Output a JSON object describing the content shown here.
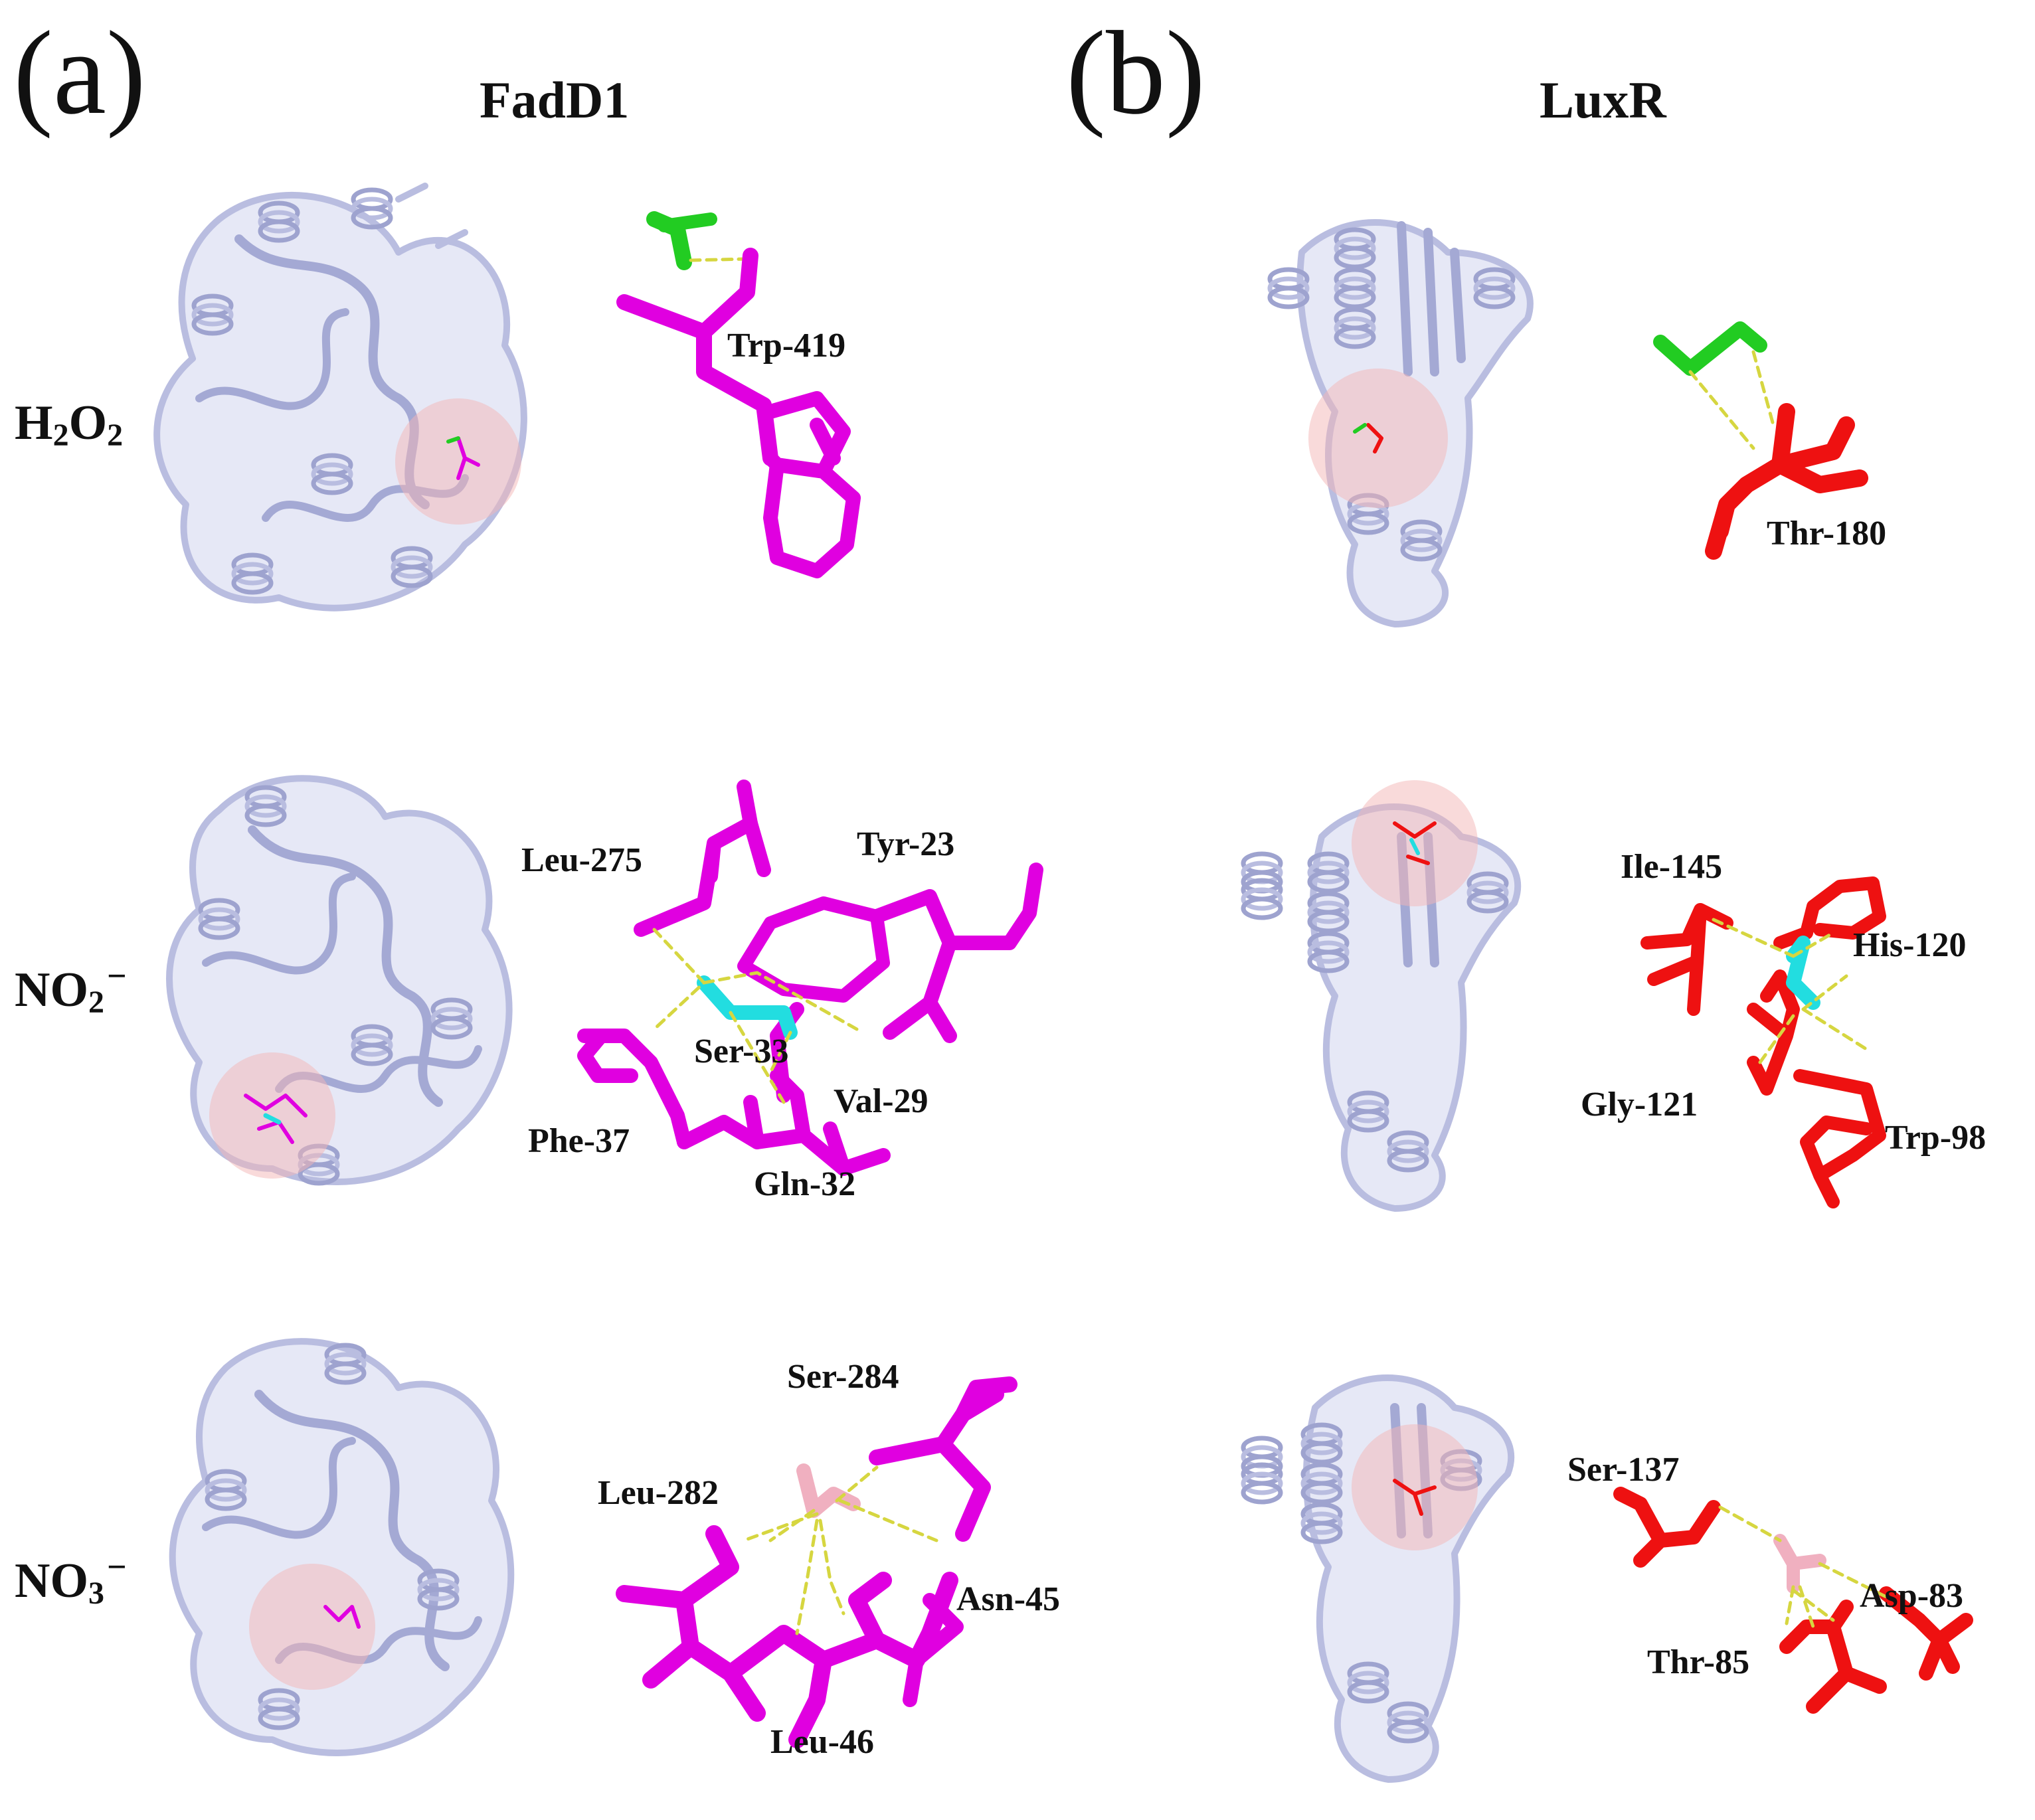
{
  "panels": {
    "a": {
      "letter": "(a)",
      "title": "FadD1"
    },
    "b": {
      "letter": "(b)",
      "title": "LuxR"
    }
  },
  "rows": [
    {
      "id": "h2o2",
      "base": "H",
      "sub1": "2",
      "mid": "O",
      "sub2": "2",
      "sup": ""
    },
    {
      "id": "no2",
      "base": "NO",
      "sub1": "2",
      "mid": "",
      "sub2": "",
      "sup": "−"
    },
    {
      "id": "no3",
      "base": "NO",
      "sub1": "3",
      "mid": "",
      "sub2": "",
      "sup": "−"
    }
  ],
  "residues": {
    "fadd1_h2o2": [
      "Trp-419"
    ],
    "fadd1_no2": [
      "Leu-275",
      "Tyr-23",
      "Ser-33",
      "Val-29",
      "Phe-37",
      "Gln-32"
    ],
    "fadd1_no3": [
      "Ser-284",
      "Leu-282",
      "Asn-45",
      "Leu-46"
    ],
    "luxr_h2o2": [
      "Thr-180"
    ],
    "luxr_no2": [
      "Ile-145",
      "His-120",
      "Gly-121",
      "Trp-98"
    ],
    "luxr_no3": [
      "Ser-137",
      "Asp-83",
      "Thr-85"
    ]
  },
  "colors": {
    "protein": "#b9bde0",
    "highlight": "#f4b6b6",
    "fadd1_residue": "#e000e0",
    "luxr_residue": "#ee1111",
    "ligand_h2o2": "#22cc22",
    "ligand_no2": "#22dde0",
    "ligand_no3": "#f0b0c0",
    "hbond": "#d6d640"
  }
}
